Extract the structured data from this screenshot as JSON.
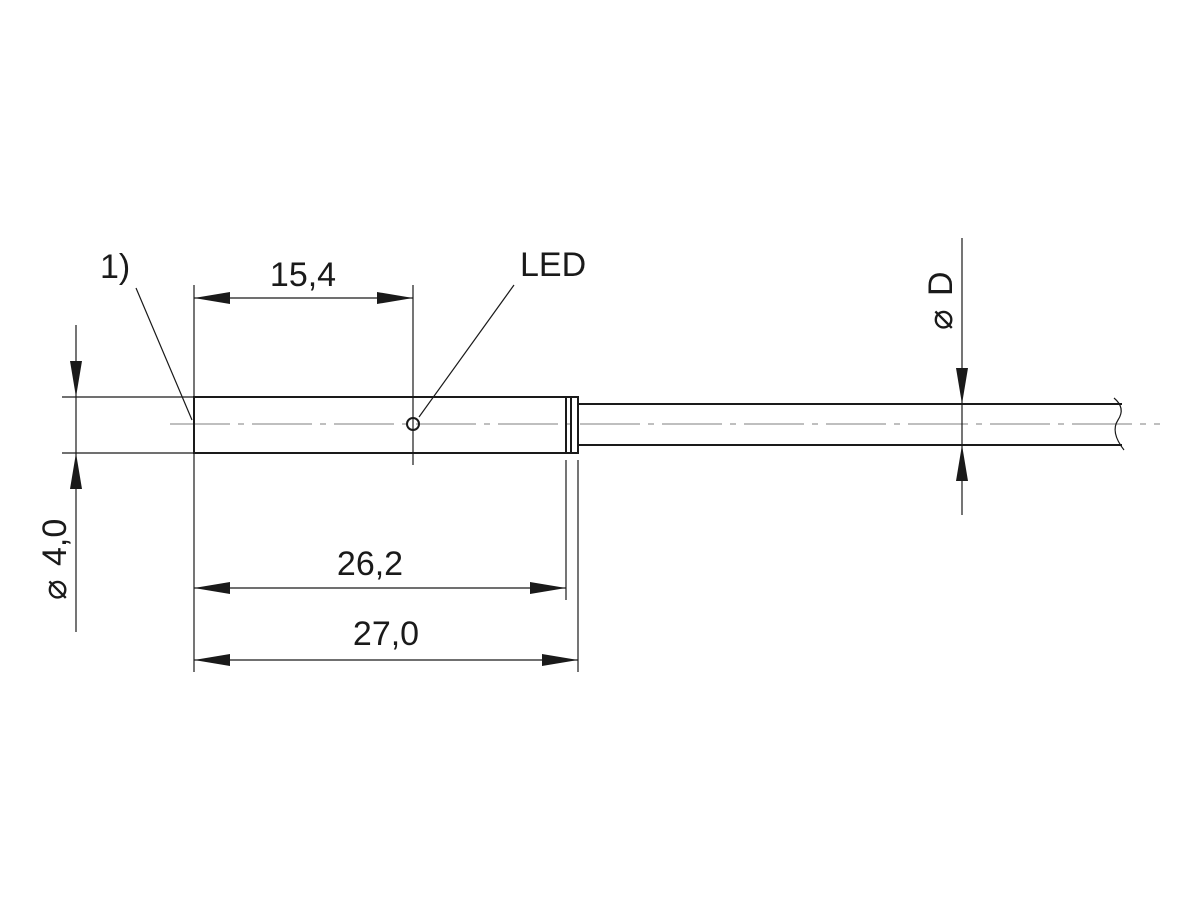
{
  "labels": {
    "note_marker": "1)",
    "led": "LED",
    "dim_sensing_face_to_led": "15,4",
    "dim_housing_body_length": "26,2",
    "dim_overall_length": "27,0",
    "dim_housing_diameter": "4,0",
    "dim_cable_diameter": "D",
    "diameter_symbol": "⌀"
  },
  "colors": {
    "line": "#1a1a1a",
    "centerline": "#999999",
    "background": "#ffffff"
  }
}
